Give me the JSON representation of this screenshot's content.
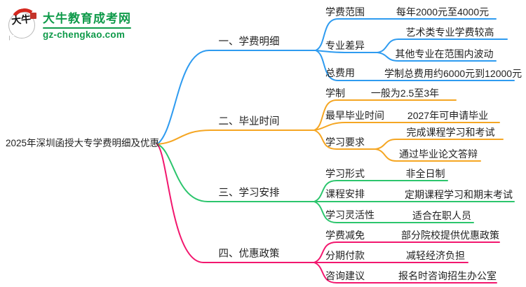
{
  "logo": {
    "title": "大牛教育成考网",
    "domain": "gz-chengkao.com",
    "mark_text": "大牛",
    "brand_color": "#0f9a4a",
    "seal_color": "#c4342b"
  },
  "colors": {
    "blue": "#2e9bf0",
    "orange": "#f5a623",
    "green": "#2cc56d",
    "pink": "#f2176e"
  },
  "map": {
    "root": "2025年深圳函授大专学费明细及优惠",
    "branches": [
      {
        "label": "一、学费明细",
        "children": [
          {
            "label": "学费范围",
            "leaves": [
              "每年2000元至4000元"
            ]
          },
          {
            "label": "专业差异",
            "leaves": [
              "艺术类专业学费较高",
              "其他专业在范围内波动"
            ]
          },
          {
            "label": "总费用",
            "leaves": [
              "学制总费用约6000元到12000元"
            ]
          }
        ]
      },
      {
        "label": "二、毕业时间",
        "children": [
          {
            "label": "学制",
            "leaves": [
              "一般为2.5至3年"
            ]
          },
          {
            "label": "最早毕业时间",
            "leaves": [
              "2027年可申请毕业"
            ]
          },
          {
            "label": "学习要求",
            "leaves": [
              "完成课程学习和考试",
              "通过毕业论文答辩"
            ]
          }
        ]
      },
      {
        "label": "三、学习安排",
        "children": [
          {
            "label": "学习形式",
            "leaves": [
              "非全日制"
            ]
          },
          {
            "label": "课程安排",
            "leaves": [
              "定期课程学习和期末考试"
            ]
          },
          {
            "label": "学习灵活性",
            "leaves": [
              "适合在职人员"
            ]
          }
        ]
      },
      {
        "label": "四、优惠政策",
        "children": [
          {
            "label": "学费减免",
            "leaves": [
              "部分院校提供优惠政策"
            ]
          },
          {
            "label": "分期付款",
            "leaves": [
              "减轻经济负担"
            ]
          },
          {
            "label": "咨询建议",
            "leaves": [
              "报名时咨询招生办公室"
            ]
          }
        ]
      }
    ]
  }
}
